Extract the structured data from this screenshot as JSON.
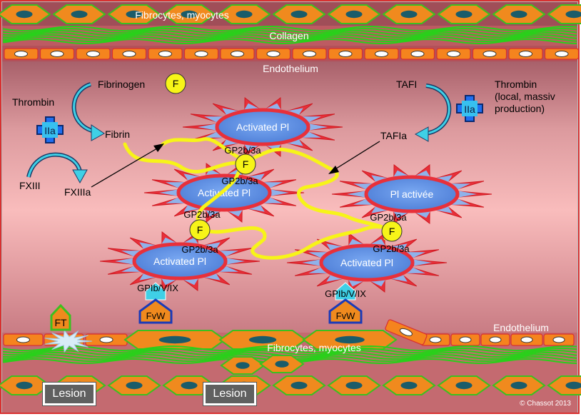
{
  "layers": {
    "top_cells_label": "Fibrocytes, myocytes",
    "collagen_label": "Collagen",
    "endothelium_top_label": "Endothelium",
    "endothelium_bottom_label": "Endothelium",
    "bottom_cells_label": "Fibrocytes, myocytes"
  },
  "cascade": {
    "fibrinogen": "Fibrinogen",
    "fibrin": "Fibrin",
    "thrombin_left": "Thrombin",
    "thrombin_left_badge": "IIa",
    "fxiii": "FXIII",
    "fxiiia": "FXIIIa",
    "tafi": "TAFI",
    "tafia": "TAFIa",
    "thrombin_right": "Thrombin (local, massiv production)",
    "thrombin_right_lines": [
      "Thrombin",
      "(local, massiv",
      "production)"
    ],
    "thrombin_right_badge": "IIa",
    "factor_f": "F"
  },
  "platelets": {
    "top": "Activated Pl",
    "middle_left": "Activated Pl",
    "middle_right": "Pl activée",
    "bottom_left": "Activated Pl",
    "bottom_right": "Activated Pl"
  },
  "receptors": {
    "gp_top_a": "GP2b/3a",
    "gp_top_b": "GP2b/3a",
    "gp_left_a": "GP2b/3a",
    "gp_left_b": "GP2b/3a",
    "gp_right_a": "GP2b/3a",
    "gp_right_b": "GP2b/3a",
    "gpib_left": "GPIb/V/IX",
    "gpib_right": "GPIb/V/IX",
    "fvw_left": "FvW",
    "fvw_right": "FvW",
    "ft": "FT"
  },
  "lesions": [
    "Lesion",
    "Lesion"
  ],
  "copyright": "© Chassot 2013",
  "colors": {
    "cell_orange": "#f08a1e",
    "cell_border": "#3cc020",
    "collagen_green": "#29d01a",
    "endothelium_orange": "#f5841e",
    "lumen_top": "#c07880",
    "lumen_mid": "#f7b8b8",
    "platelet_blue": "#5b8de0",
    "spike_red": "#e8303a",
    "fibrin_yellow": "#f7f418",
    "thrombin_blue": "#1e6ef0",
    "arrow_cyan": "#3fd0e6"
  }
}
